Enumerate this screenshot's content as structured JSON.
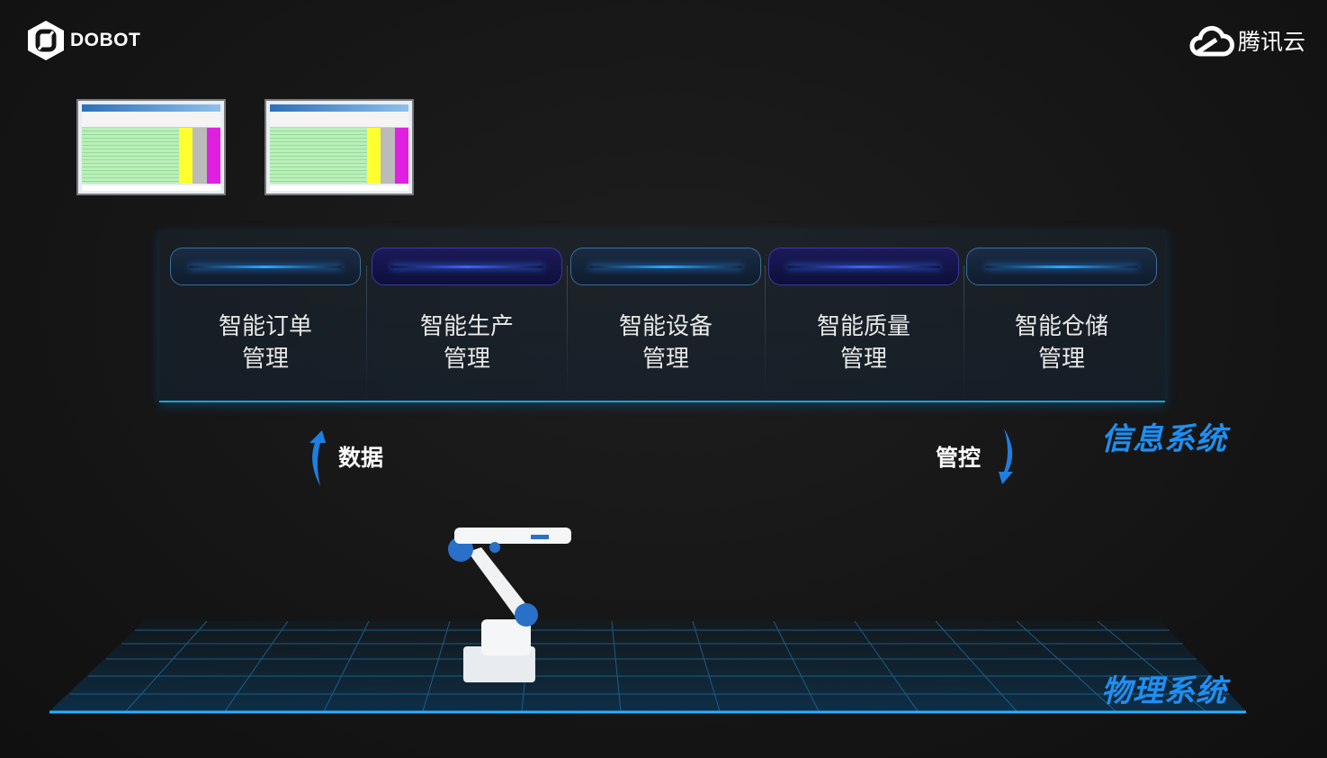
{
  "brand": {
    "left_logo": "DOBOT",
    "right_logo": "腾讯云"
  },
  "modules": [
    {
      "line1": "智能订单",
      "line2": "管理"
    },
    {
      "line1": "智能生产",
      "line2": "管理"
    },
    {
      "line1": "智能设备",
      "line2": "管理"
    },
    {
      "line1": "智能质量",
      "line2": "管理"
    },
    {
      "line1": "智能仓储",
      "line2": "管理"
    }
  ],
  "flow": {
    "up_label": "数据",
    "down_label": "管控"
  },
  "layers": {
    "info": "信息系统",
    "physical": "物理系统"
  },
  "colors": {
    "accent": "#1f8ef0",
    "line": "#1da1d8"
  }
}
